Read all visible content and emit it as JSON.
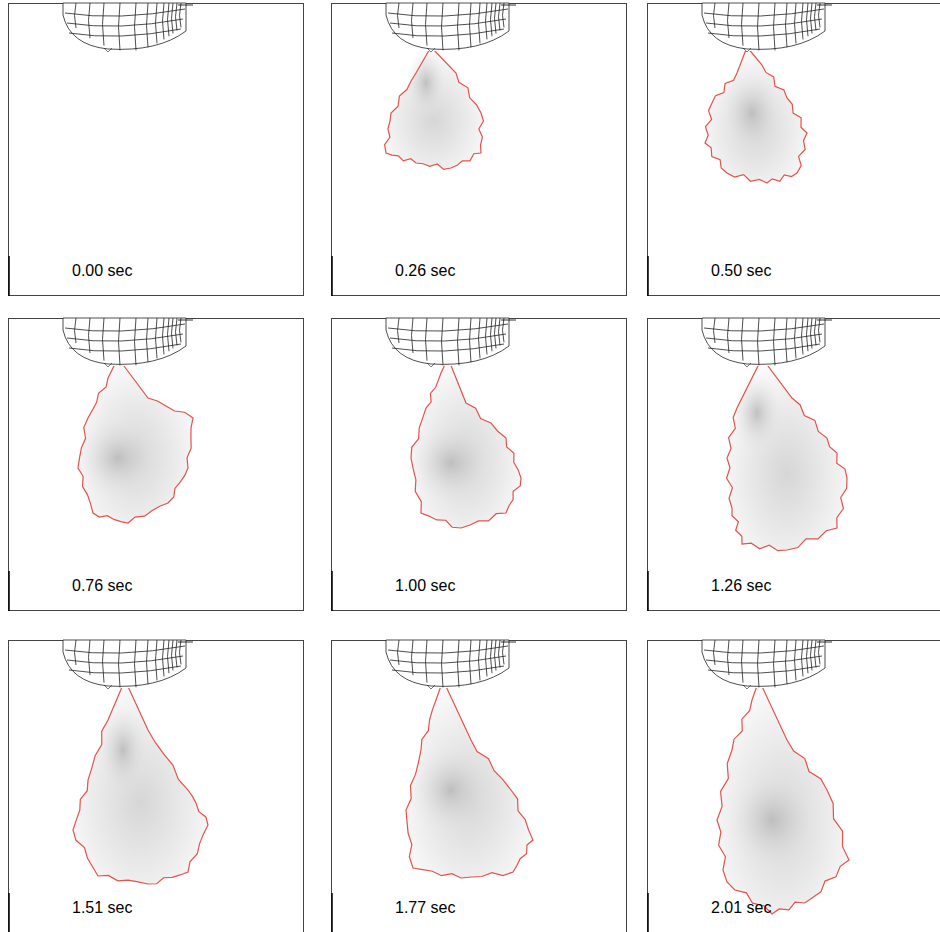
{
  "diagram": {
    "labels": [
      "0.00 sec",
      "0.26 sec",
      "0.50 sec",
      "0.76 sec",
      "1.00 sec",
      "1.26 sec",
      "1.51 sec",
      "1.77 sec",
      "2.01 sec"
    ]
  }
}
